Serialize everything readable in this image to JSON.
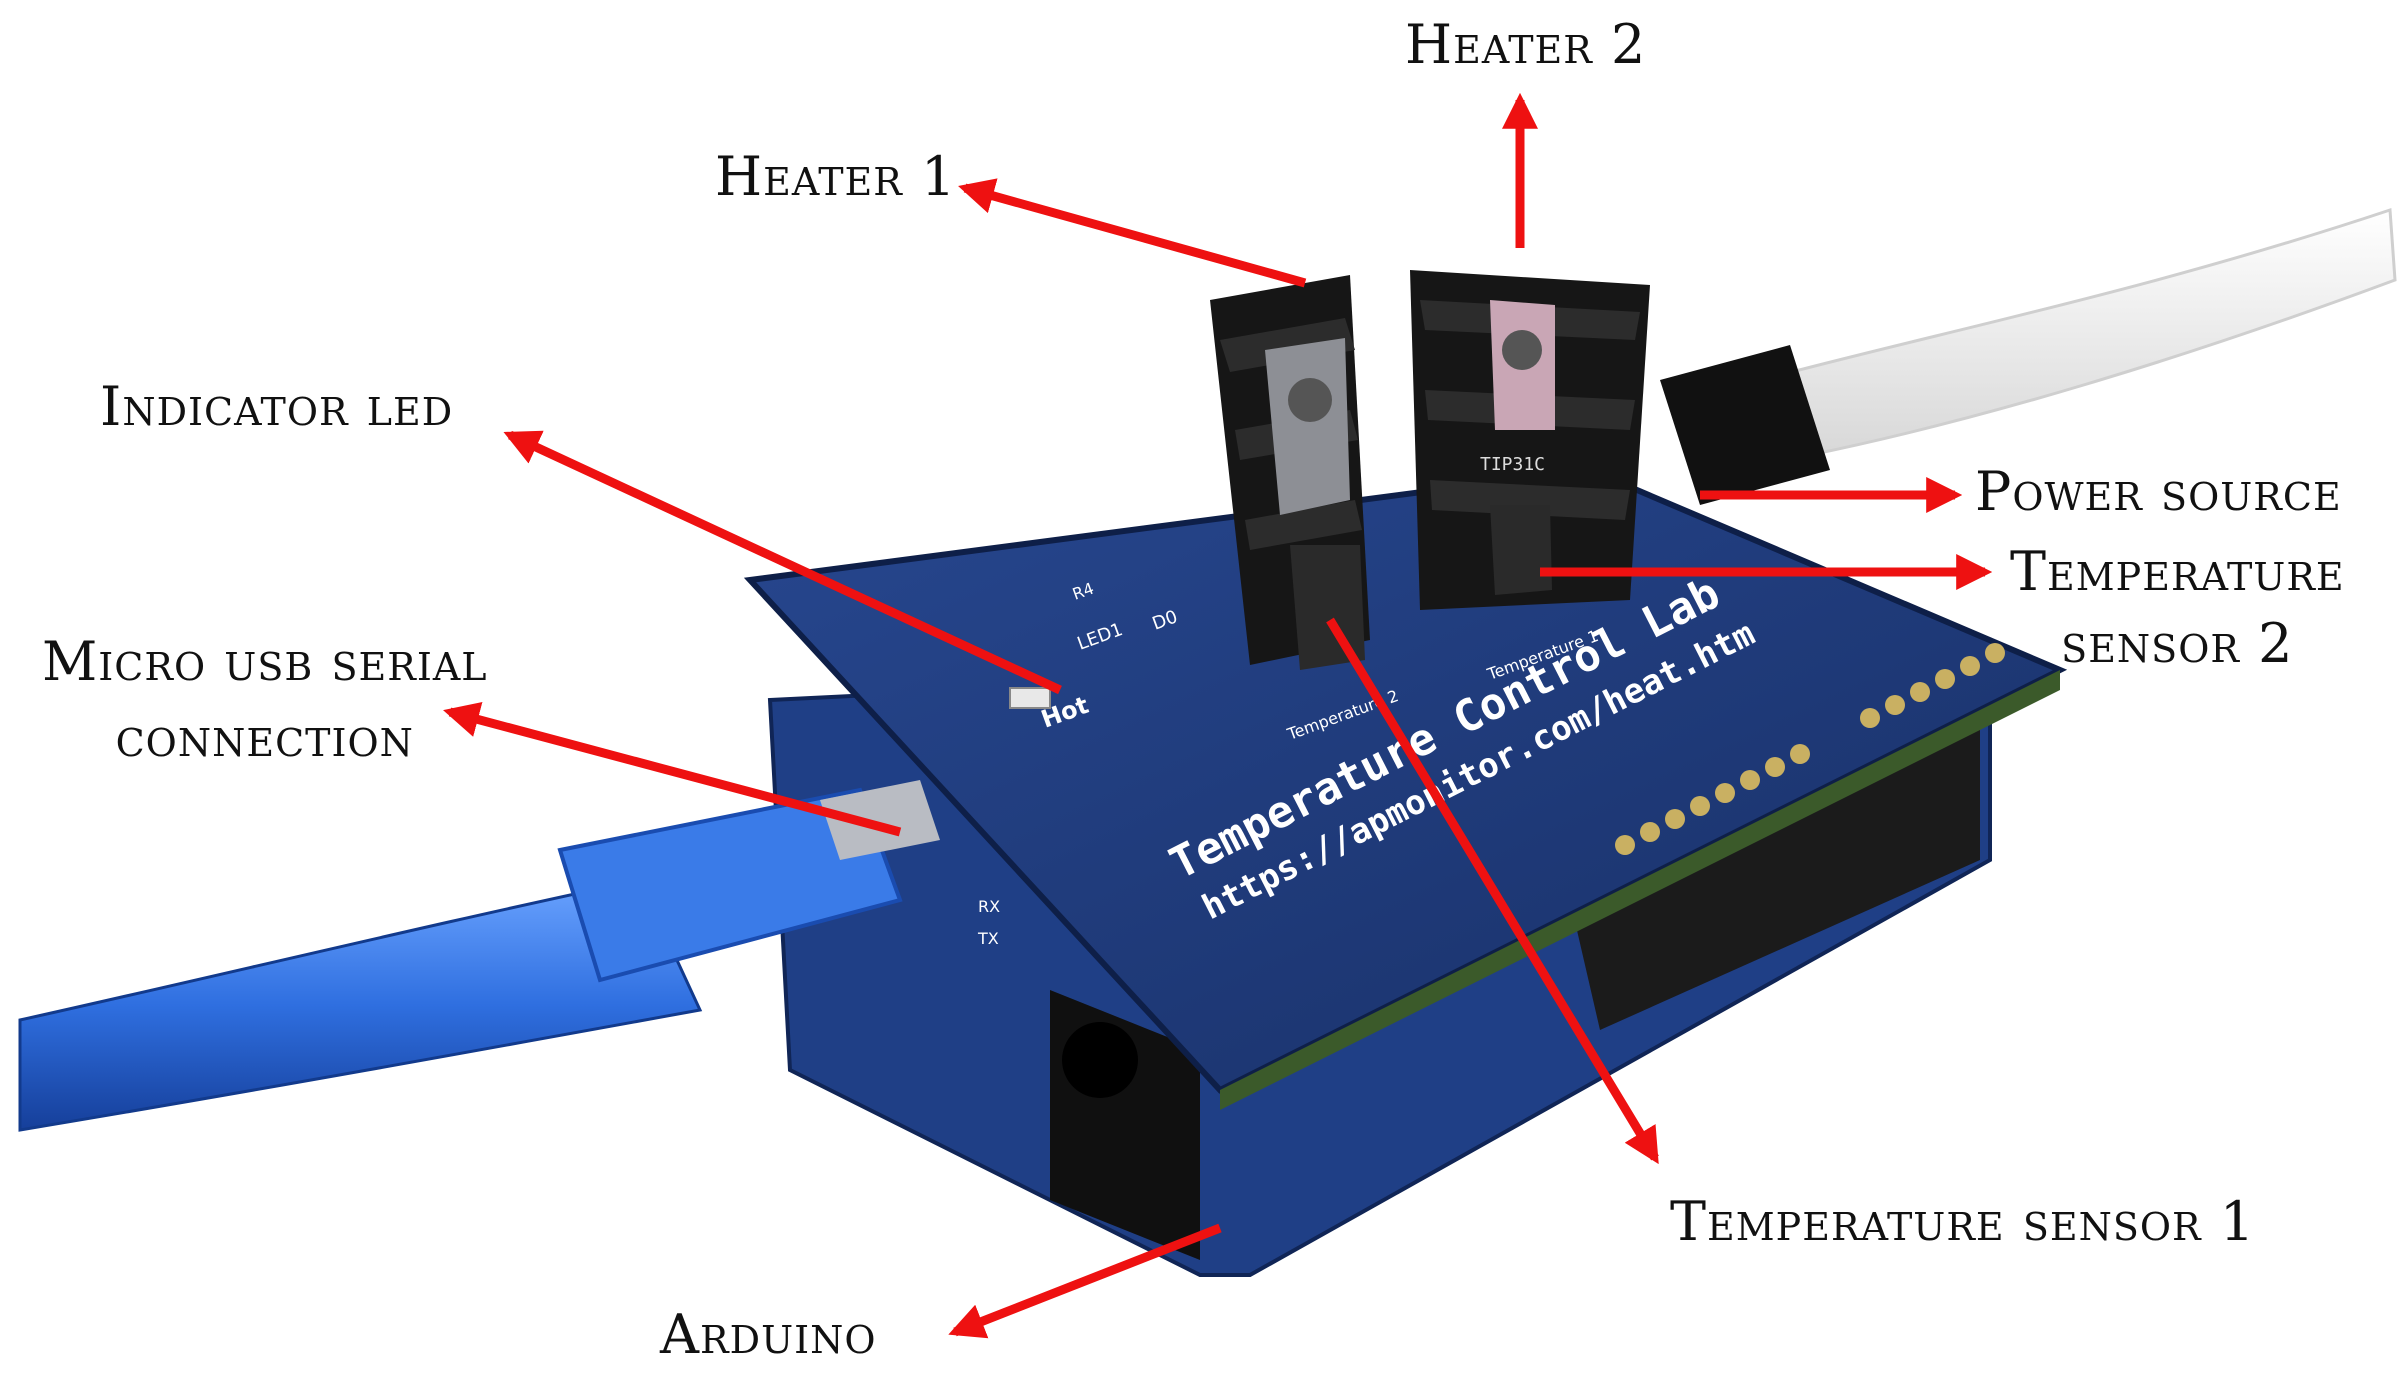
{
  "labels": {
    "heater2": "Heater 2",
    "heater1": "Heater 1",
    "indicator_led": "Indicator led",
    "power_source": "Power source",
    "temp_sensor2_l1": "Temperature",
    "temp_sensor2_l2": "sensor 2",
    "micro_usb_l1": "Micro usb serial",
    "micro_usb_l2": "connection",
    "temp_sensor1": "Temperature sensor 1",
    "arduino": "Arduino"
  },
  "board": {
    "title": "Temperature Control Lab",
    "url": "https://apmonitor.com/heat.htm",
    "hot": "Hot",
    "led": "LED1",
    "d0": "D0",
    "r4": "R4",
    "t1": "Temperature 1",
    "t2": "Temperature 2",
    "tip": "TIP31C",
    "rx": "RX",
    "tx": "TX"
  },
  "colors": {
    "arrow": "#ee1111",
    "pcb": "#1e3a78",
    "pcb_edge": "#15295a",
    "cable": "#2f6fe0",
    "heatsink": "#1a1a1a"
  }
}
